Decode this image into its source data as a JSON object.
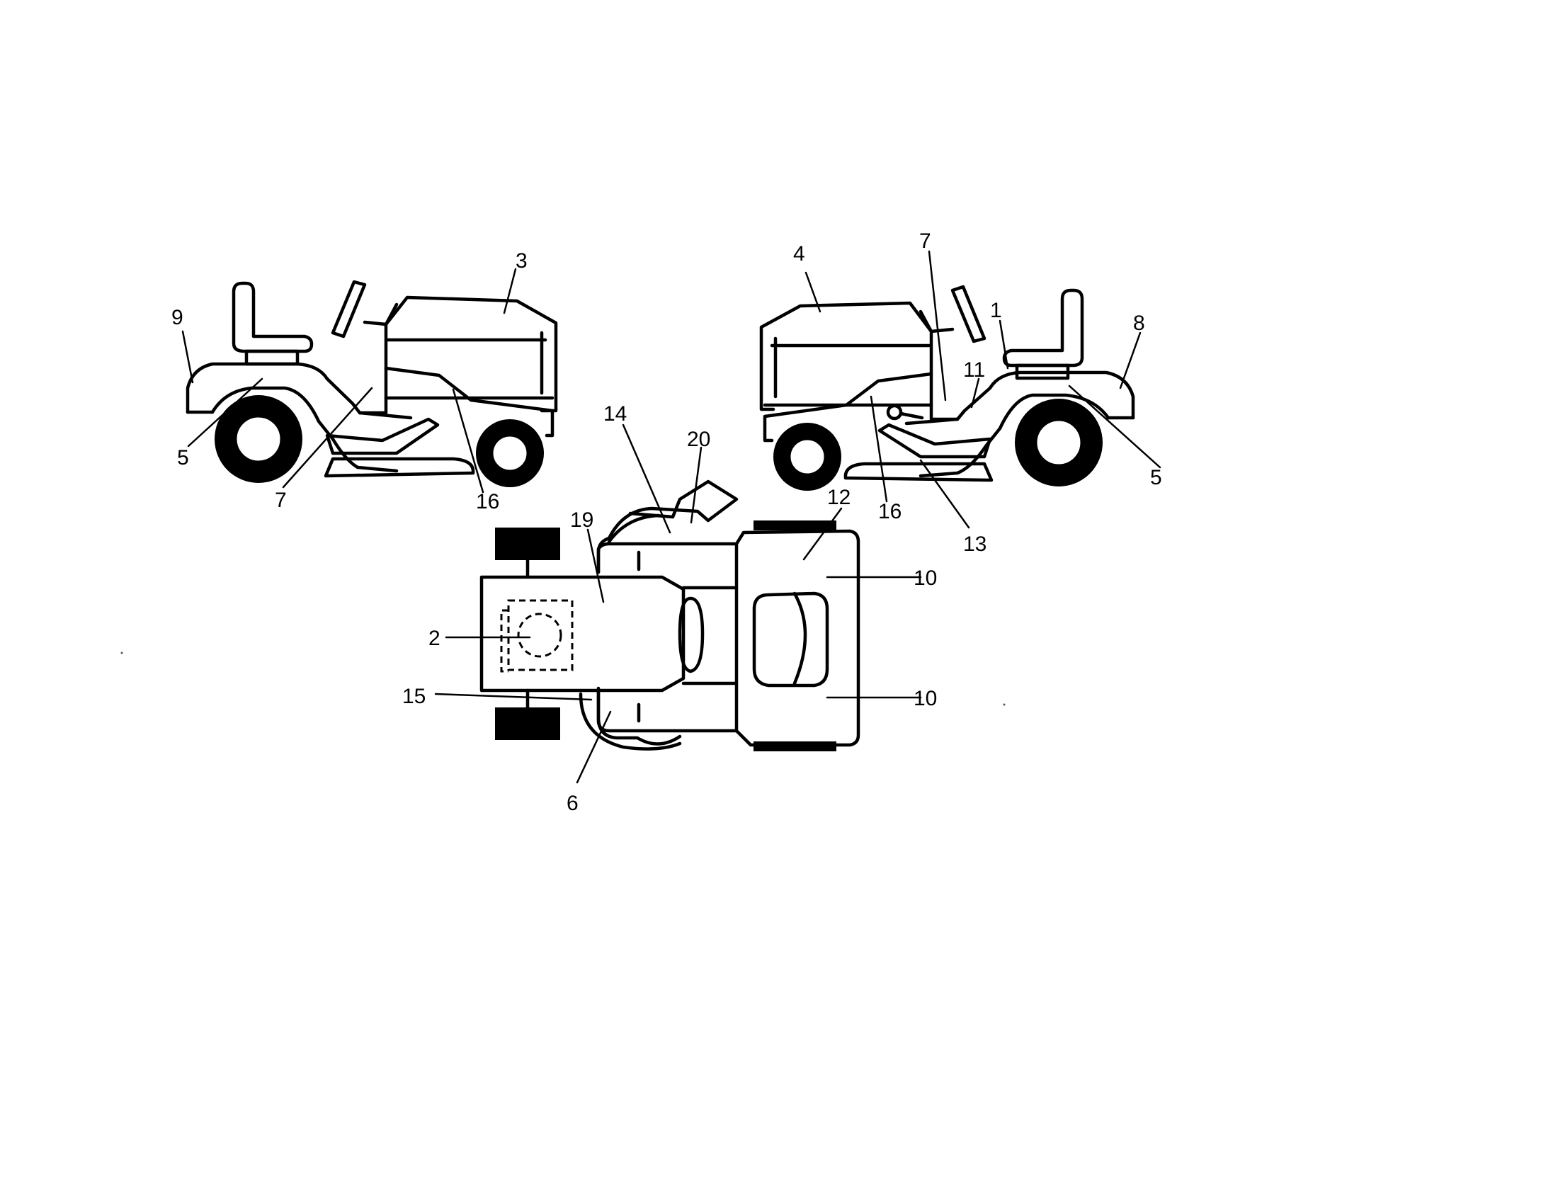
{
  "diagram": {
    "callouts": {
      "left_9": "9",
      "left_5": "5",
      "left_7": "7",
      "left_3": "3",
      "left_16": "16",
      "right_4": "4",
      "right_7": "7",
      "right_1": "1",
      "right_8": "8",
      "right_11": "11",
      "right_5": "5",
      "right_16": "16",
      "right_13": "13",
      "top_14": "14",
      "top_20": "20",
      "top_19": "19",
      "top_12": "12",
      "top_10a": "10",
      "top_10b": "10",
      "top_2": "2",
      "top_15": "15",
      "top_6": "6"
    }
  }
}
